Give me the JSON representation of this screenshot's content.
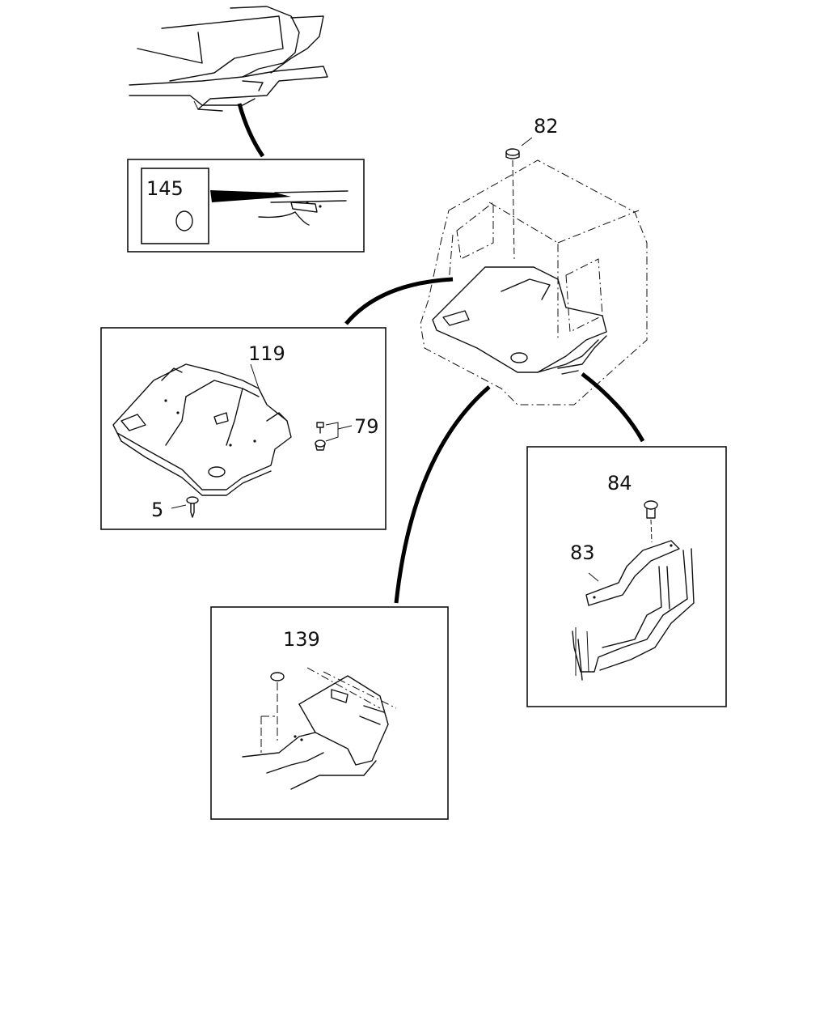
{
  "callouts": {
    "c82": "82",
    "c145": "145",
    "c119": "119",
    "c79": "79",
    "c5": "5",
    "c84": "84",
    "c83": "83",
    "c139": "139"
  }
}
